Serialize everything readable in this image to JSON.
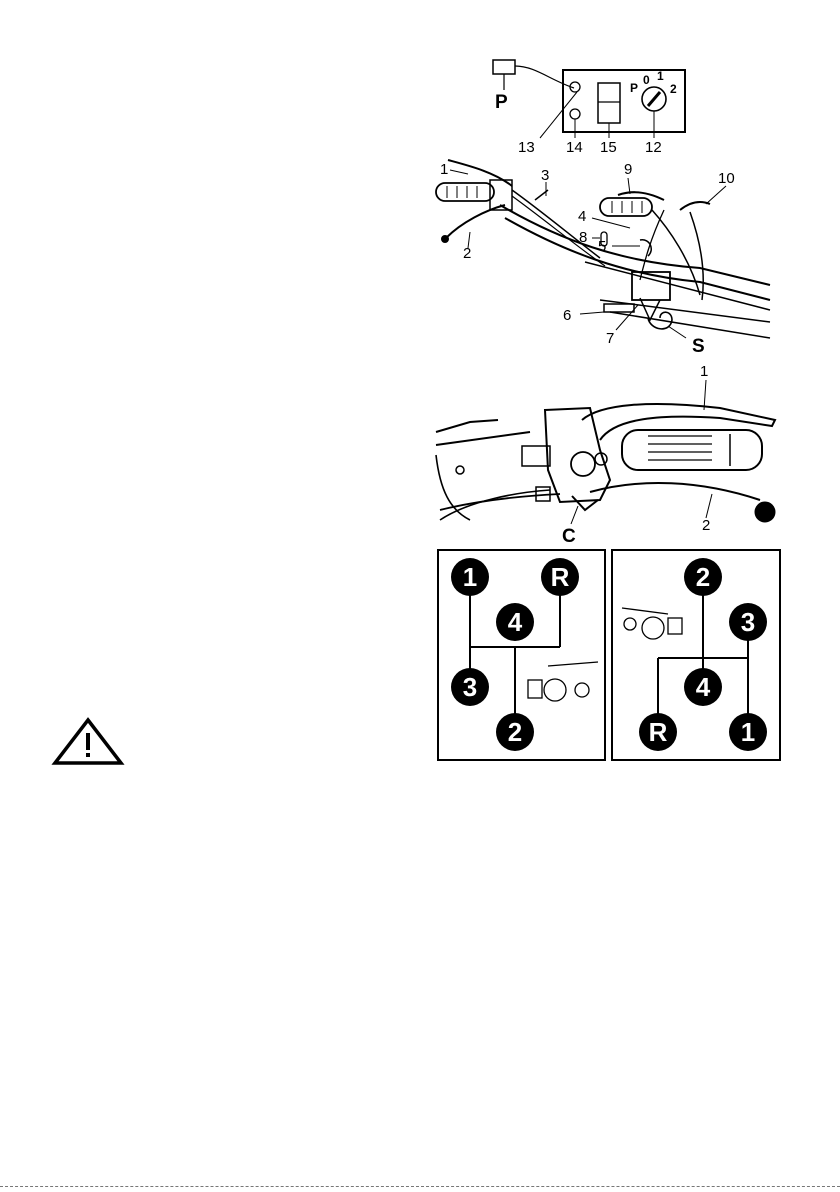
{
  "control_panel": {
    "label_p": "P",
    "key_marks": [
      "0",
      "1",
      "2",
      "P"
    ],
    "callouts": [
      "13",
      "14",
      "15",
      "12"
    ]
  },
  "handlebar_overview": {
    "callouts": [
      "1",
      "2",
      "3",
      "4",
      "5",
      "6",
      "7",
      "8",
      "9",
      "10",
      "S"
    ]
  },
  "clutch_detail": {
    "callouts": [
      "1",
      "2",
      "C"
    ]
  },
  "gear_pattern_left": {
    "top": [
      "1",
      "R"
    ],
    "middle": "4",
    "lower_left": "3",
    "bottom": "2"
  },
  "gear_pattern_right": {
    "top": "2",
    "upper_right": "3",
    "middle": "4",
    "bottom": [
      "R",
      "1"
    ]
  },
  "icons": [
    "warning-triangle-icon"
  ]
}
